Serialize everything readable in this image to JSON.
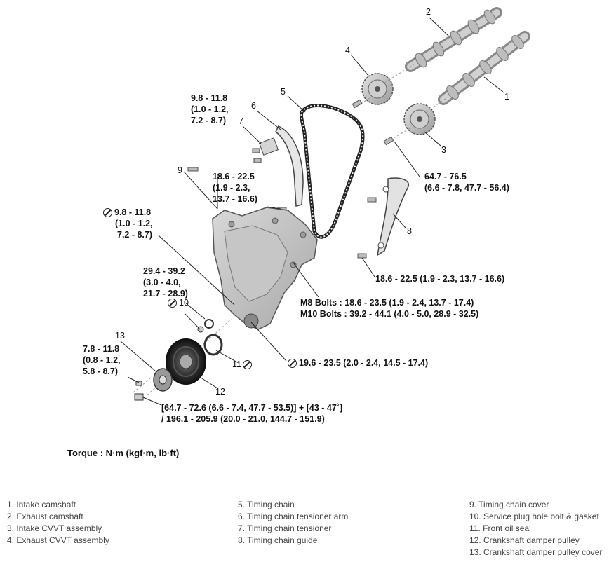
{
  "callouts": {
    "n1": "1",
    "n2": "2",
    "n3": "3",
    "n4": "4",
    "n5": "5",
    "n6": "6",
    "n7": "7",
    "n8": "8",
    "n9": "9",
    "n10": "10",
    "n11": "11",
    "n12": "12",
    "n13": "13"
  },
  "torques": {
    "t7": [
      "9.8 - 11.8",
      "(1.0 - 1.2,",
      "7.2 - 8.7)"
    ],
    "t6": [
      "18.6 - 22.5",
      "(1.9 - 2.3,",
      "13.7 - 16.6)"
    ],
    "t9": [
      "9.8 - 11.8",
      "(1.0 - 1.2,",
      "7.2 - 8.7)"
    ],
    "t3": [
      "64.7 - 76.5",
      "(6.6 - 7.8, 47.7 - 56.4)"
    ],
    "t8": "18.6 - 22.5 (1.9 - 2.3, 13.7 - 16.6)",
    "t10": [
      "29.4 - 39.2",
      "(3.0 - 4.0,",
      "21.7 - 28.9)"
    ],
    "tcover": [
      "M8 Bolts : 18.6 - 23.5 (1.9 - 2.4, 13.7 - 17.4)",
      "M10 Bolts : 39.2 - 44.1 (4.0 - 5.0, 28.9 - 32.5)"
    ],
    "t11": "19.6 - 23.5 (2.0 - 2.4, 14.5 - 17.4)",
    "t13": [
      "7.8 - 11.8",
      "(0.8 - 1.2,",
      "5.8 - 8.7)"
    ],
    "t12": [
      "[64.7 - 72.6 (6.6 - 7.4, 47.7 - 53.5)] + [43 - 47˚]",
      "/ 196.1 - 205.9 (20.0 - 21.0, 144.7 - 151.9)"
    ]
  },
  "torque_unit": "Torque : N·m (kgf·m, lb·ft)",
  "legend": {
    "col1": [
      "1. Intake camshaft",
      "2. Exhaust camshaft",
      "3. Intake CVVT assembly",
      "4. Exhaust CVVT assembly"
    ],
    "col2": [
      "5. Timing chain",
      "6. Timing chain tensioner arm",
      "7. Timing chain tensioner",
      "8. Timing chain guide"
    ],
    "col3": [
      "9. Timing chain cover",
      "10. Service plug hole bolt & gasket",
      "11. Front oil seal",
      "12. Crankshaft damper pulley",
      "13. Crankshaft damper pulley cover"
    ]
  }
}
